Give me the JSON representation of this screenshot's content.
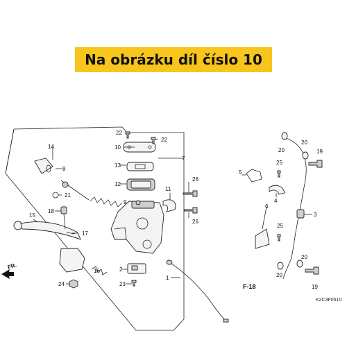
{
  "banner": {
    "text": "Na obrázku díl číslo 10",
    "color": "#f8c51c"
  },
  "labels": {
    "l1": "1",
    "l2": "2",
    "l3": "3",
    "l4": "4",
    "l5": "5",
    "l6": "6",
    "l7": "7",
    "l8": "8",
    "l9": "9",
    "l10": "10",
    "l11": "11",
    "l12": "12",
    "l13": "13",
    "l14": "14",
    "l15": "15",
    "l16": "16",
    "l17": "17",
    "l18": "18",
    "l19a": "19",
    "l19b": "19",
    "l20a": "20",
    "l20b": "20",
    "l20c": "20",
    "l20d": "20",
    "l21": "21",
    "l22a": "22",
    "l22b": "22",
    "l23": "23",
    "l24": "24",
    "l25a": "25",
    "l25b": "25",
    "l26a": "26",
    "l26b": "26"
  },
  "front_marker": "FR.",
  "figure_ref": "F-18",
  "diagram_code": "K2C3F0510",
  "icons": [
    "front-arrow-icon"
  ]
}
